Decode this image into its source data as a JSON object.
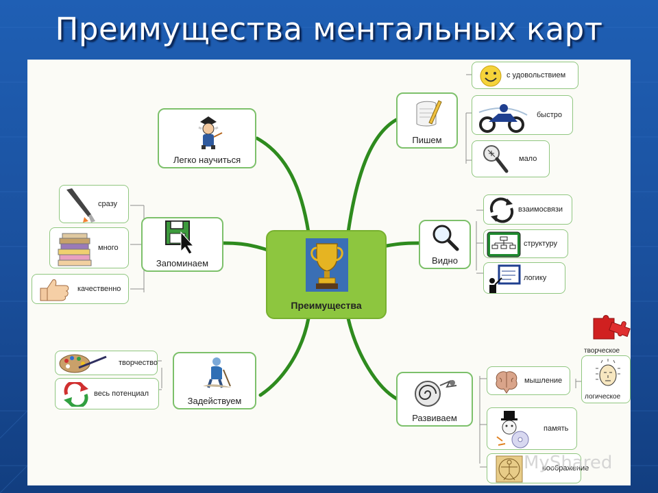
{
  "title": "Преимущества ментальных карт",
  "center": {
    "label": "Преимущества",
    "icon": "trophy-icon"
  },
  "branches": {
    "easy": {
      "label": "Легко научиться",
      "icon": "professor-icon"
    },
    "write": {
      "label": "Пишем",
      "icon": "paper-pencil-icon",
      "leaves": [
        {
          "label": "с удовольствием",
          "icon": "smiley-icon"
        },
        {
          "label": "быстро",
          "icon": "motorcycle-icon"
        },
        {
          "label": "мало",
          "icon": "magnifier-bug-icon"
        }
      ]
    },
    "remember": {
      "label": "Запоминаем",
      "icon": "floppy-disk-icon",
      "leaves": [
        {
          "label": "сразу",
          "icon": "pen-rocket-icon"
        },
        {
          "label": "много",
          "icon": "books-stack-icon"
        },
        {
          "label": "качественно",
          "icon": "thumbs-up-icon"
        }
      ]
    },
    "see": {
      "label": "Видно",
      "icon": "magnifier-icon",
      "leaves": [
        {
          "label": "взаимосвязи",
          "icon": "cycle-arrows-icon"
        },
        {
          "label": "структуру",
          "icon": "org-chart-icon"
        },
        {
          "label": "логику",
          "icon": "presenter-board-icon"
        }
      ]
    },
    "engage": {
      "label": "Задействуем",
      "icon": "worker-digging-icon",
      "leaves": [
        {
          "label": "творчество",
          "icon": "palette-icon"
        },
        {
          "label": "весь потенциал",
          "icon": "recycle-arrows-icon"
        }
      ]
    },
    "develop": {
      "label": "Развиваем",
      "icon": "spiral-icon",
      "leaves": [
        {
          "label": "мышление",
          "icon": "brain-icon"
        },
        {
          "label": "память",
          "icon": "magician-cd-icon"
        },
        {
          "label": "воображение",
          "icon": "vitruvian-man-icon"
        }
      ],
      "subleaves": [
        {
          "label": "творческое",
          "icon": "puzzle-icon"
        },
        {
          "label": "логическое",
          "icon": "thinking-head-icon"
        }
      ]
    }
  },
  "watermark": "MyShared",
  "colors": {
    "branch": "#2e8b1e",
    "center": "#8dc63f",
    "border": "#7cc06a",
    "background": "#1f5fb4",
    "canvas": "#fbfbf6"
  }
}
